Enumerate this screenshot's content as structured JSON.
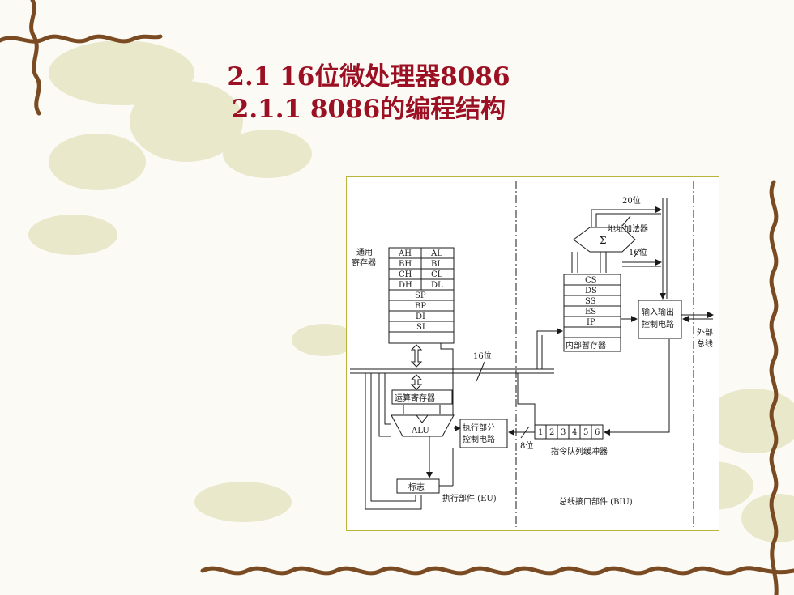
{
  "slide": {
    "title_line1": "2.1  16位微处理器8086",
    "title_line2": "2.1.1  8086的编程结构"
  },
  "diagram": {
    "general_registers_label": [
      "通用",
      "寄存器"
    ],
    "general_registers": [
      [
        "AH",
        "AL"
      ],
      [
        "BH",
        "BL"
      ],
      [
        "CH",
        "CL"
      ],
      [
        "DH",
        "DL"
      ]
    ],
    "pointer_registers": [
      "SP",
      "BP",
      "DI",
      "SI"
    ],
    "bus_16bit_label": "16位",
    "alu_temp_register": "运算寄存器",
    "alu_label": "ALU",
    "eu_control_label": [
      "执行部分",
      "控制电路"
    ],
    "flags_label": "标志",
    "eu_label": "执行部件 (EU)",
    "queue_width_label": "8位",
    "instruction_queue": [
      "1",
      "2",
      "3",
      "4",
      "5",
      "6"
    ],
    "instruction_queue_label": "指令队列缓冲器",
    "segment_registers": [
      "CS",
      "DS",
      "SS",
      "ES",
      "IP"
    ],
    "internal_temp_label": "内部暂存器",
    "adder_symbol": "Σ",
    "address_adder_label": "地址加法器",
    "adder_out_label": "20位",
    "adder_in_label": "16位",
    "io_control_label": [
      "输入输出",
      "控制电路"
    ],
    "external_bus_label": [
      "外部",
      "总线"
    ],
    "biu_label": "总线接口部件 (BIU)"
  },
  "colors": {
    "title": "#9b1023",
    "frame": "#b9b43c",
    "vine": "#7a4a22"
  }
}
